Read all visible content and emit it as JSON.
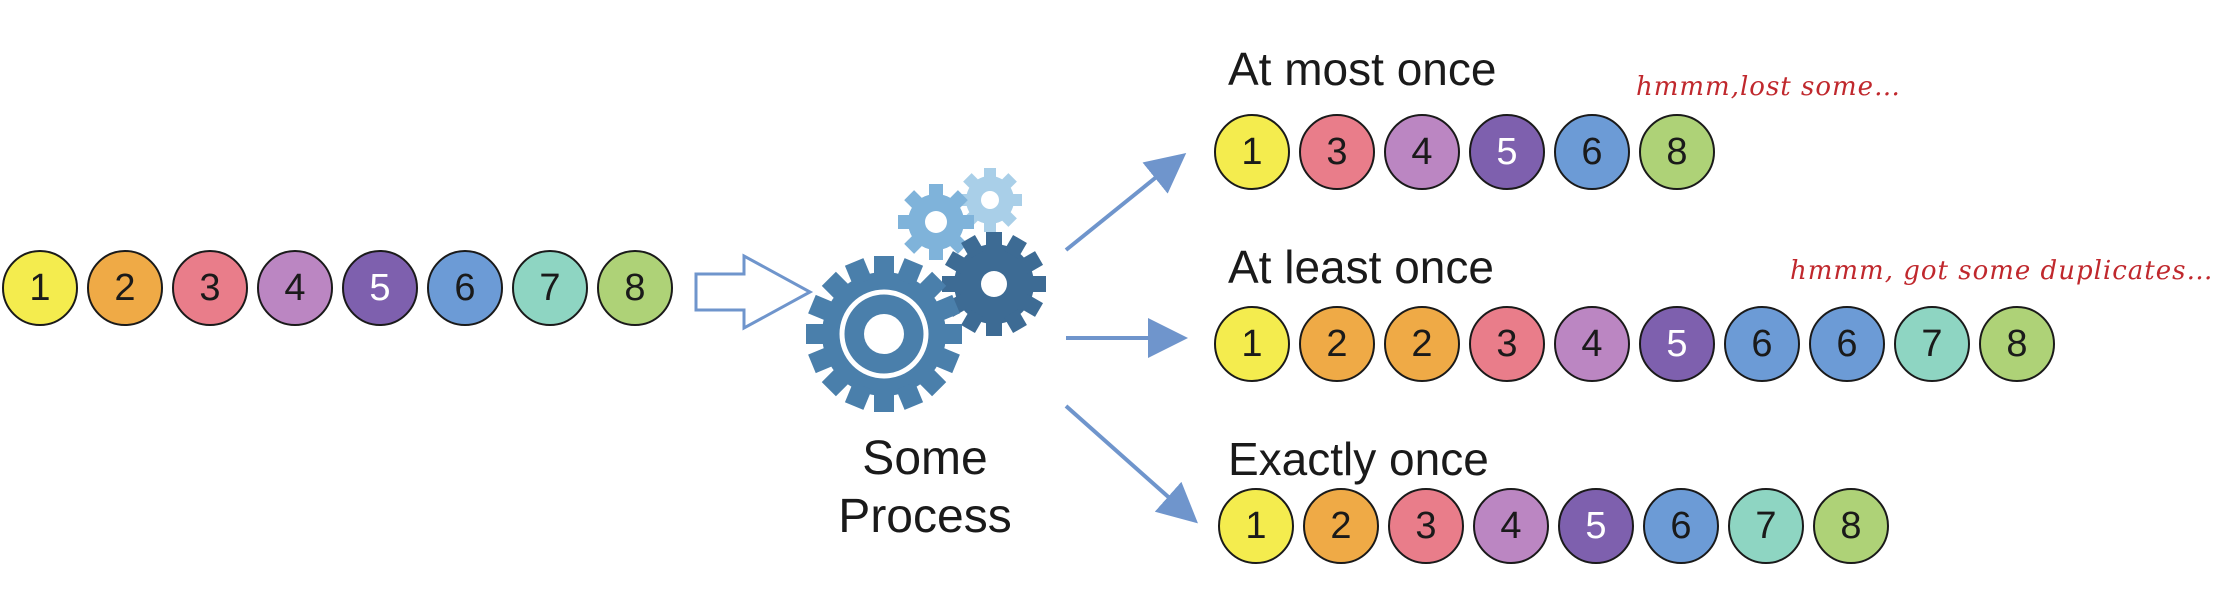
{
  "colors": {
    "1": "#f4ec4e",
    "2": "#efaa46",
    "3": "#e97d8a",
    "4": "#bb86c2",
    "5": "#7e60ae",
    "6": "#6c9bd6",
    "7": "#8ed5c2",
    "8": "#aed277"
  },
  "light_text_numbers": [
    "5"
  ],
  "input_sequence": [
    "1",
    "2",
    "3",
    "4",
    "5",
    "6",
    "7",
    "8"
  ],
  "process": {
    "label_line1": "Some",
    "label_line2": "Process",
    "icon": "gears-icon"
  },
  "outputs": [
    {
      "title": "At most once",
      "note": "hmmm,lost some…",
      "sequence": [
        "1",
        "3",
        "4",
        "5",
        "6",
        "8"
      ]
    },
    {
      "title": "At least once",
      "note": "hmmm, got some duplicates…",
      "sequence": [
        "1",
        "2",
        "2",
        "3",
        "4",
        "5",
        "6",
        "6",
        "7",
        "8"
      ]
    },
    {
      "title": "Exactly once",
      "note": "",
      "sequence": [
        "1",
        "2",
        "3",
        "4",
        "5",
        "6",
        "7",
        "8"
      ]
    }
  ]
}
